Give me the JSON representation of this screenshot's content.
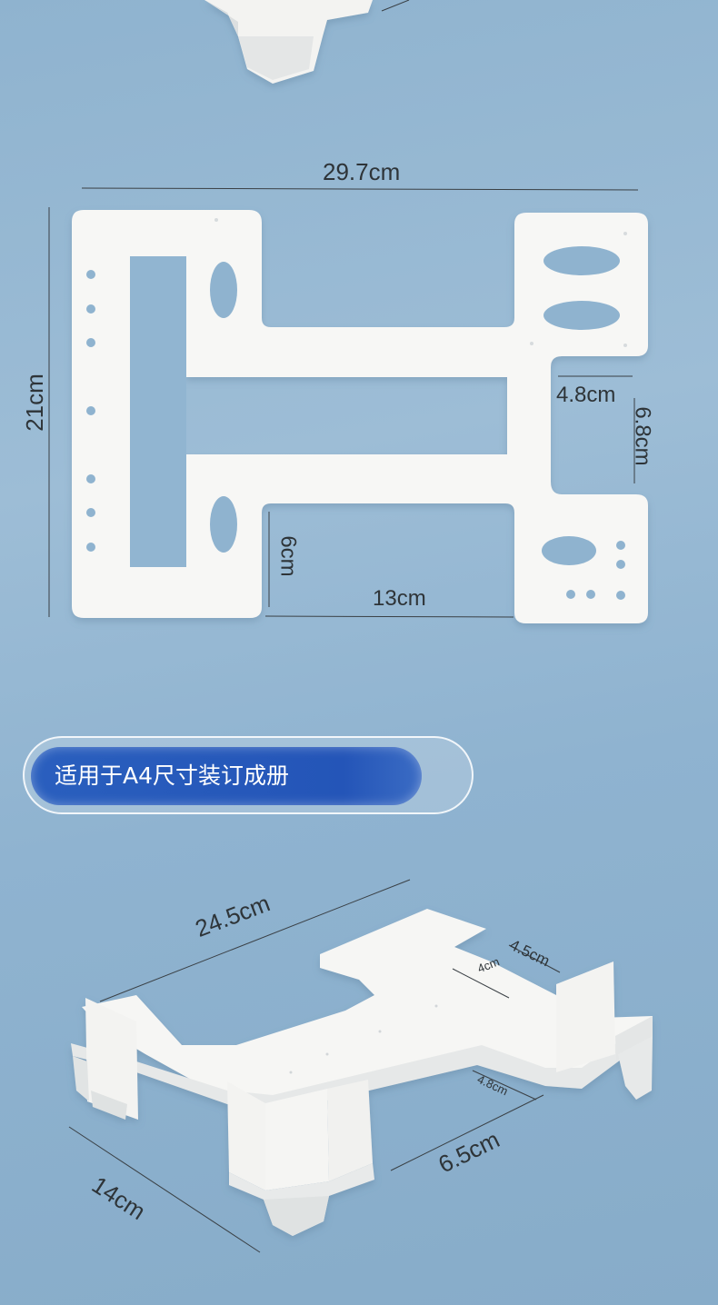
{
  "flat_plate": {
    "width_label": "29.7cm",
    "height_label": "21cm",
    "arm_width_label": "4.8cm",
    "gap_label": "6.8cm",
    "cutout_height_label": "6cm",
    "cutout_width_label": "13cm"
  },
  "banner": {
    "text": "适用于A4尺寸装订成册"
  },
  "assembled": {
    "length_label": "24.5cm",
    "top_tab_label": "4.5cm",
    "top_small_label": "4cm",
    "side_small_label": "4.8cm",
    "side_label": "6.5cm",
    "depth_label": "14cm"
  },
  "colors": {
    "background": "#8fb3cf",
    "plate": "#f7f7f5",
    "banner_fill": "#2455b8",
    "text": "#2e3438"
  }
}
